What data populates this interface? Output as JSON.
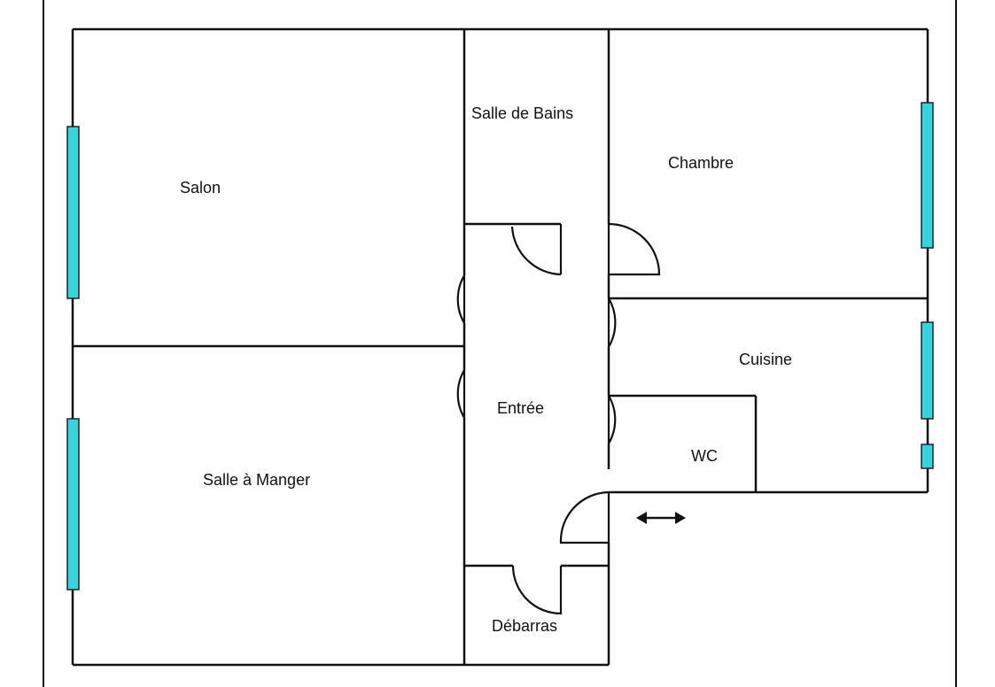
{
  "rooms": {
    "salon": "Salon",
    "salle_de_bains": "Salle de Bains",
    "chambre": "Chambre",
    "salle_a_manger": "Salle à Manger",
    "entree": "Entrée",
    "cuisine": "Cuisine",
    "wc": "WC",
    "debarras": "Débarras"
  },
  "colors": {
    "window": "#33d6de",
    "wall": "#111111"
  },
  "icons": {
    "passage_arrow": "double-arrow-icon"
  }
}
